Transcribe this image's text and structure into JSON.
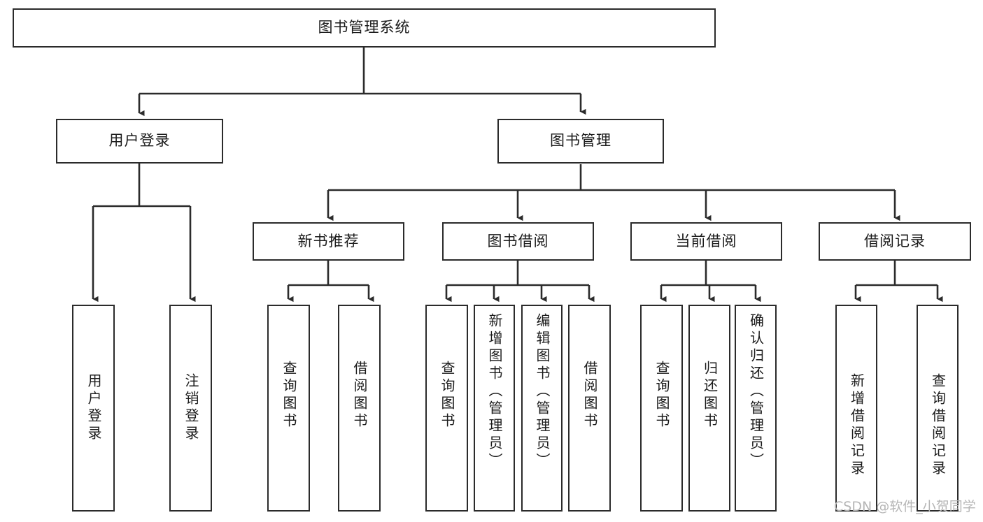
{
  "diagram": {
    "title": "图书管理系统",
    "type": "tree-hierarchy",
    "root": {
      "label": "图书管理系统"
    },
    "level2": [
      {
        "label": "用户登录"
      },
      {
        "label": "图书管理"
      }
    ],
    "level3": [
      {
        "label": "新书推荐"
      },
      {
        "label": "图书借阅"
      },
      {
        "label": "当前借阅"
      },
      {
        "label": "借阅记录"
      }
    ],
    "leaves": {
      "user_login": [
        {
          "label": "用户登录"
        },
        {
          "label": "注销登录"
        }
      ],
      "new_book_recommend": [
        {
          "label": "查询图书"
        },
        {
          "label": "借阅图书"
        }
      ],
      "book_borrow": [
        {
          "label": "查询图书"
        },
        {
          "label": "新增图书（管理员）"
        },
        {
          "label": "编辑图书（管理员）"
        },
        {
          "label": "借阅图书"
        }
      ],
      "current_borrow": [
        {
          "label": "查询图书"
        },
        {
          "label": "归还图书"
        },
        {
          "label": "确认归还（管理员）"
        }
      ],
      "borrow_record": [
        {
          "label": "新增借阅记录"
        },
        {
          "label": "查询借阅记录"
        }
      ]
    }
  },
  "watermark": {
    "text": "CSDN @软件_小贺同学"
  },
  "colors": {
    "stroke": "#2b2b2b",
    "background": "#ffffff",
    "text": "#1b1b1b",
    "watermark": "#b6b6b6"
  }
}
